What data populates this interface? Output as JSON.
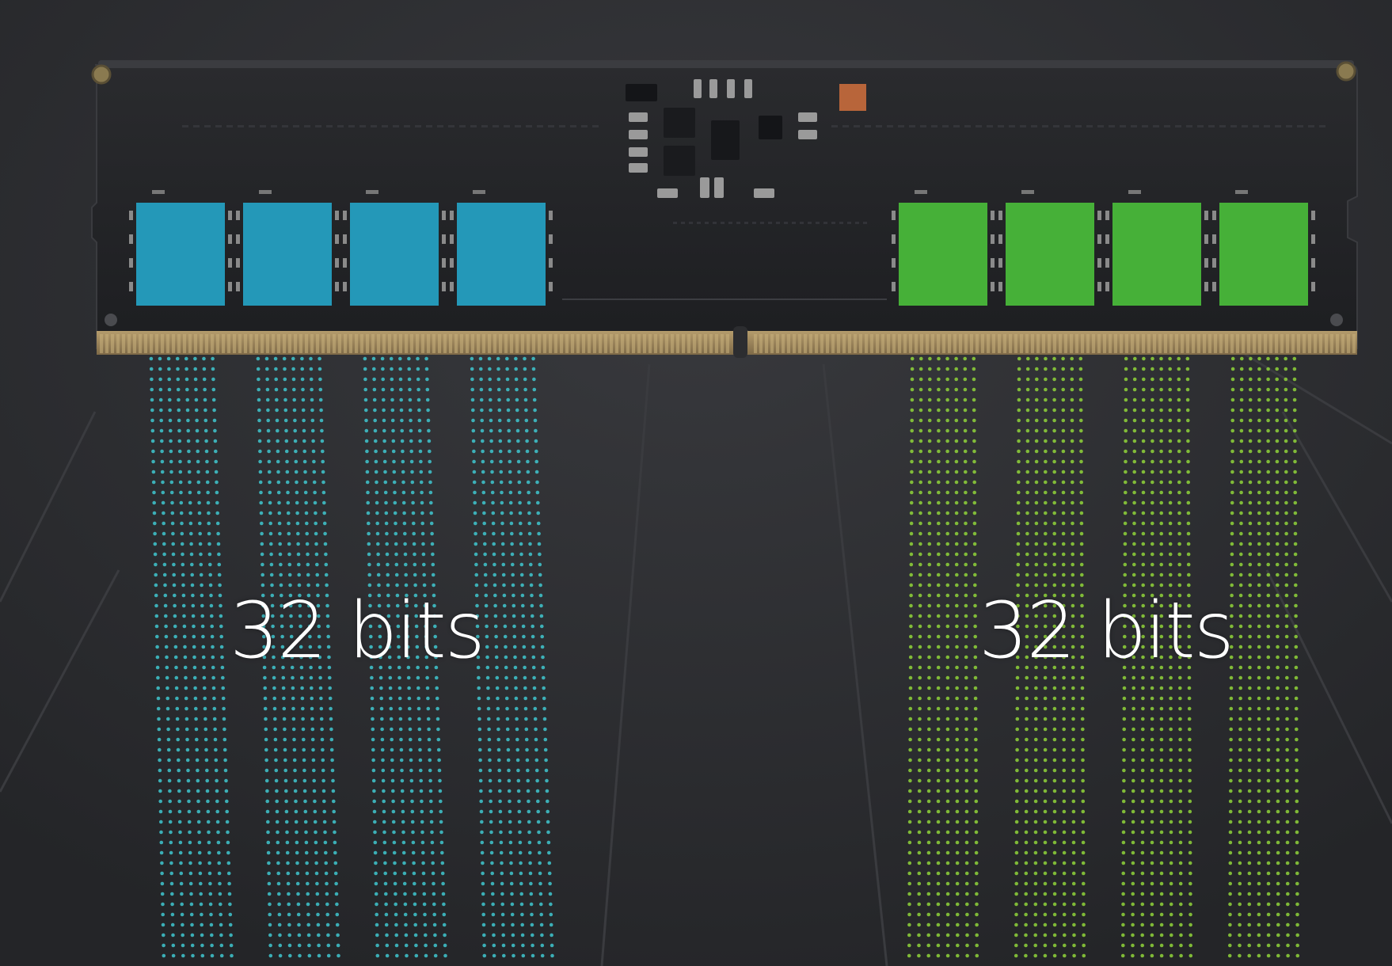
{
  "diagram": {
    "subject": "memory-module",
    "channels": [
      {
        "label": "32 bits",
        "color": "#2498b8",
        "dot_color": "#3fc7cf",
        "chip_count": 4
      },
      {
        "label": "32 bits",
        "color": "#46b038",
        "dot_color": "#8fd43a",
        "chip_count": 4
      }
    ],
    "pcb_color": "#232427",
    "contact_color": "#9a8560",
    "background_color": "#2c2d30"
  }
}
